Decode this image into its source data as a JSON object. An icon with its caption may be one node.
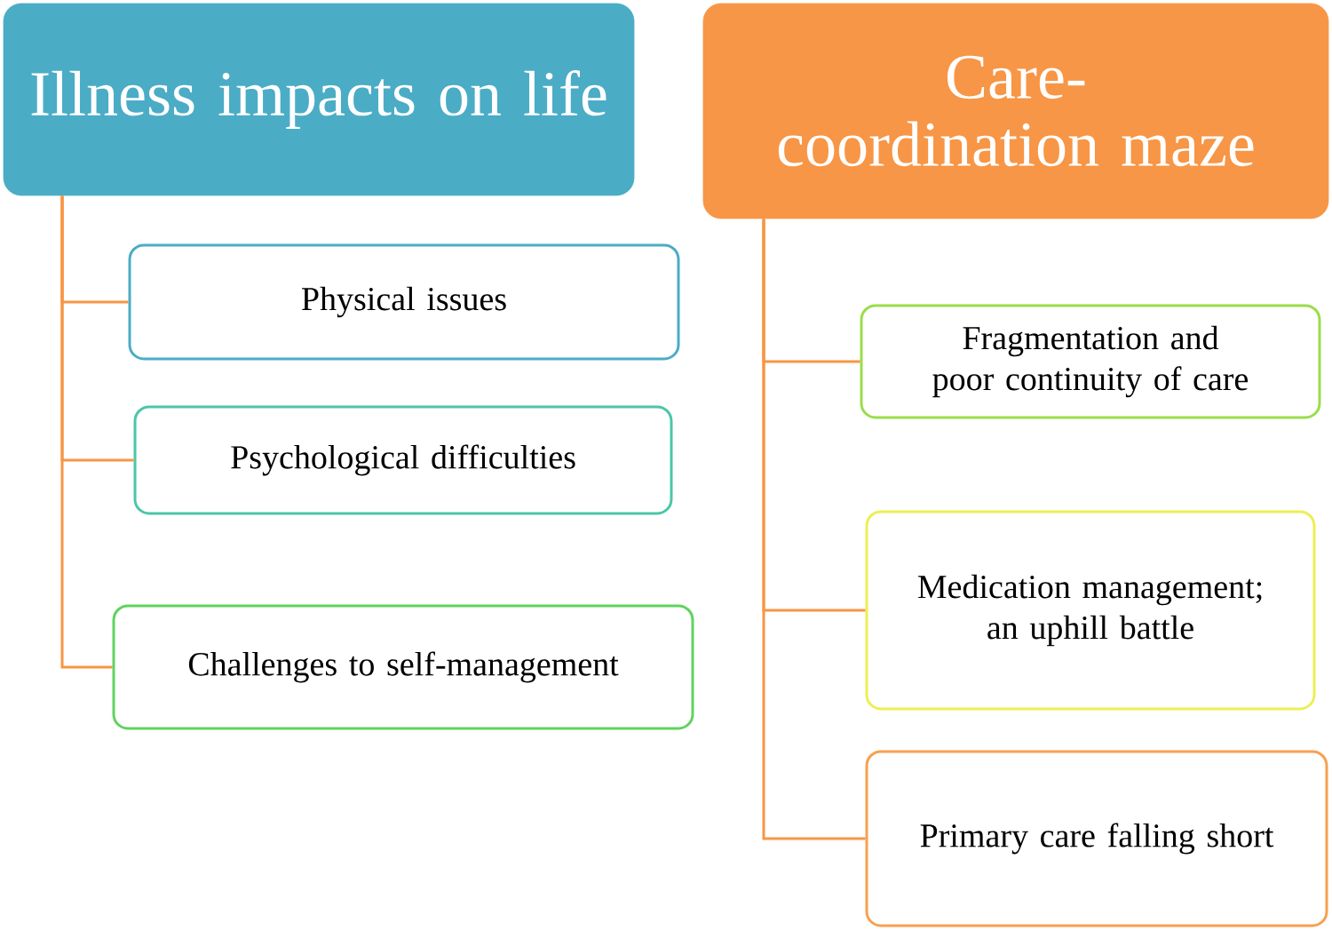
{
  "diagram": {
    "nodes": [
      {
        "text": [
          "Illness impacts on life"
        ]
      },
      {
        "text": [
          "Physical issues"
        ]
      },
      {
        "text": [
          "Psychological difficulties"
        ]
      },
      {
        "text": [
          "Challenges to self-management"
        ]
      },
      {
        "text": [
          "Care-coordination maze"
        ]
      },
      {
        "text": [
          "Fragmentation and poor continuity of care"
        ]
      },
      {
        "text": [
          "Medication management; an uphill battle"
        ]
      },
      {
        "text": [
          "Primary care falling short"
        ]
      }
    ],
    "edges": [
      {
        "from": 0,
        "to": 1,
        "arrow": "none"
      },
      {
        "from": 0,
        "to": 2,
        "arrow": "none"
      },
      {
        "from": 0,
        "to": 3,
        "arrow": "none"
      },
      {
        "from": 4,
        "to": 5,
        "arrow": "none"
      },
      {
        "from": 4,
        "to": 6,
        "arrow": "none"
      },
      {
        "from": 4,
        "to": 7,
        "arrow": "none"
      }
    ]
  }
}
